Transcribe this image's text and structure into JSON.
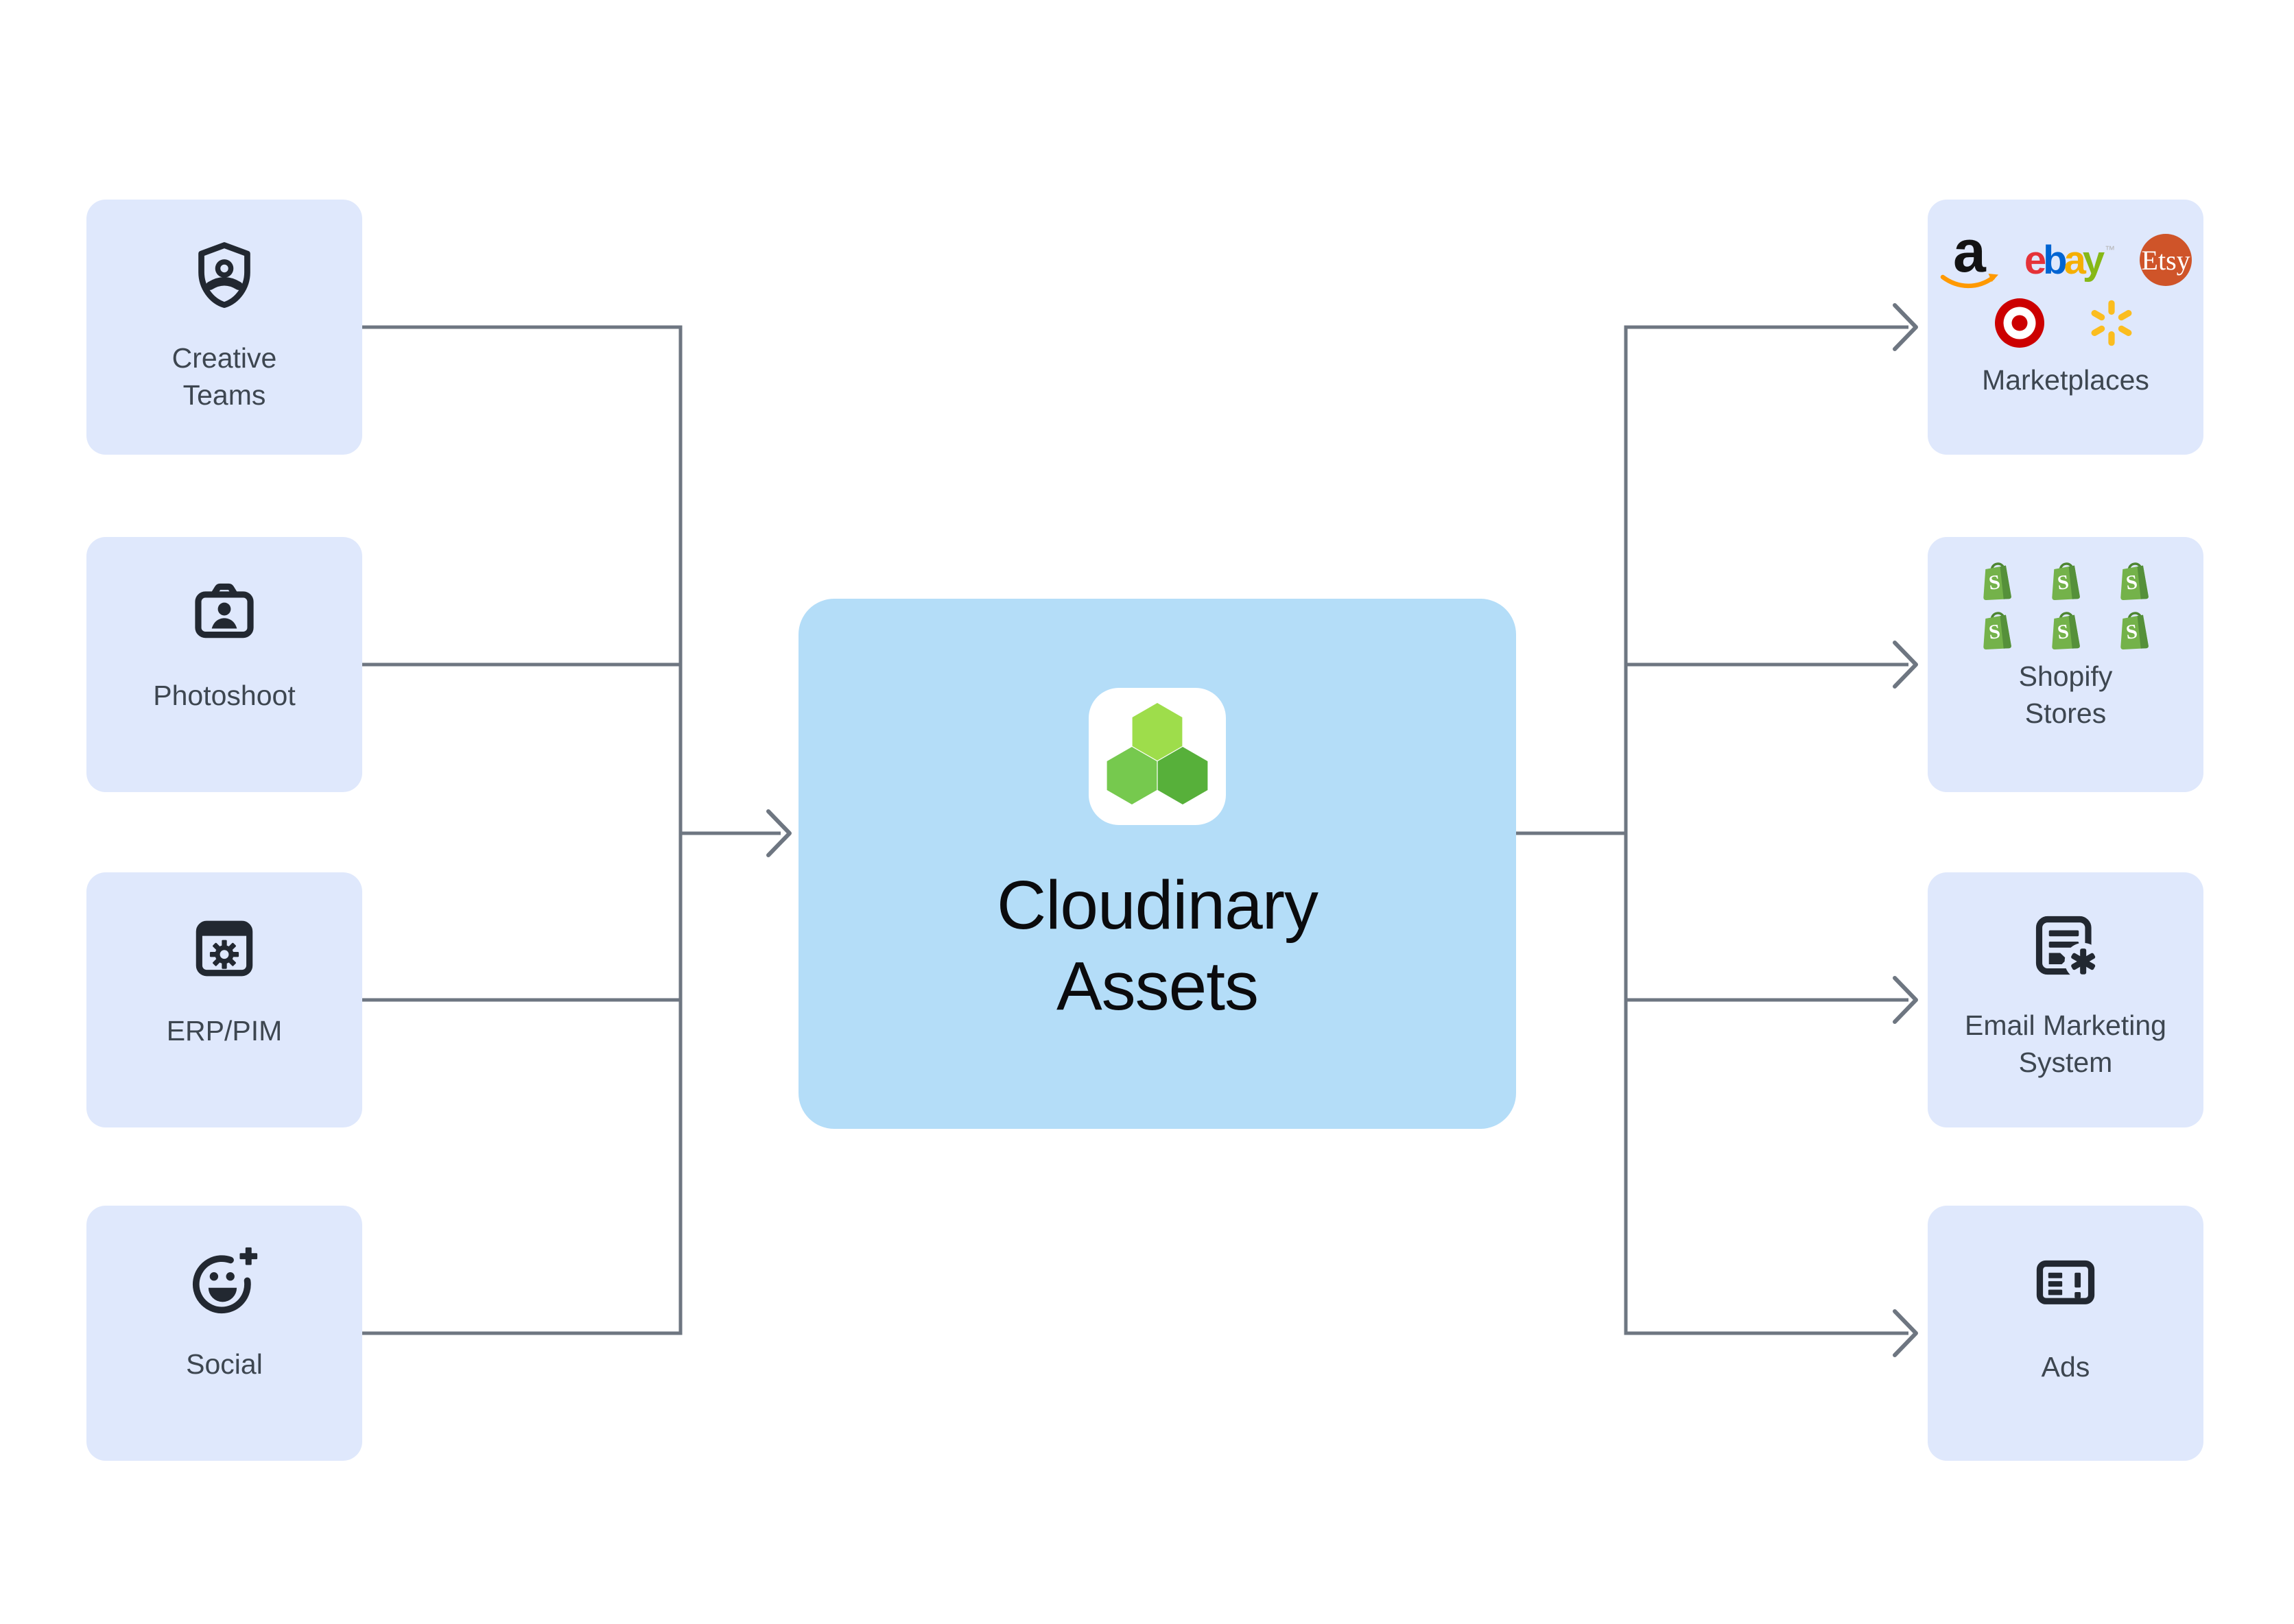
{
  "center": {
    "title": "Cloudinary\nAssets",
    "logo_name": "cloudinary-logo",
    "box_color": "#b4ddf8",
    "logo_hex_colors": [
      "#9edd4b",
      "#76c94e",
      "#57b03a"
    ]
  },
  "sources": [
    {
      "label": "Creative\nTeams",
      "icon": "shield-person-icon"
    },
    {
      "label": "Photoshoot",
      "icon": "camera-portrait-icon"
    },
    {
      "label": "ERP/PIM",
      "icon": "app-window-gear-icon"
    },
    {
      "label": "Social",
      "icon": "add-reaction-icon"
    }
  ],
  "destinations": [
    {
      "label": "Marketplaces",
      "icons": [
        "amazon-logo",
        "ebay-logo",
        "etsy-logo",
        "target-logo",
        "walmart-logo"
      ]
    },
    {
      "label": "Shopify\nStores",
      "icons": [
        "shopify-bag-logo"
      ],
      "icon_count": 6
    },
    {
      "label": "Email Marketing\nSystem",
      "icon": "document-asterisk-icon"
    },
    {
      "label": "Ads",
      "icon": "ad-banner-icon"
    }
  ],
  "brands": {
    "amazon": {
      "letter": "a",
      "letter_color": "#131313",
      "swoosh_color": "#ff9900"
    },
    "ebay": {
      "letters": [
        "e",
        "b",
        "a",
        "y"
      ],
      "letter_colors": [
        "#e53238",
        "#0064d2",
        "#f5af02",
        "#86b817"
      ],
      "tm": "™"
    },
    "etsy": {
      "text": "Etsy",
      "bg_color": "#cf5429",
      "text_color": "#ffffff"
    },
    "target": {
      "color": "#cc0000"
    },
    "walmart": {
      "color": "#fbbd1f"
    },
    "shopify": {
      "monogram": "S",
      "body_color": "#74b24a",
      "shade_color": "#55903a"
    }
  },
  "style": {
    "node_box_color": "#dfe8fc",
    "connector_color": "#6e7681",
    "icon_color": "#222831",
    "label_color": "#3d4650",
    "title_color": "#0b0b0d",
    "page_background": "#ffffff"
  }
}
